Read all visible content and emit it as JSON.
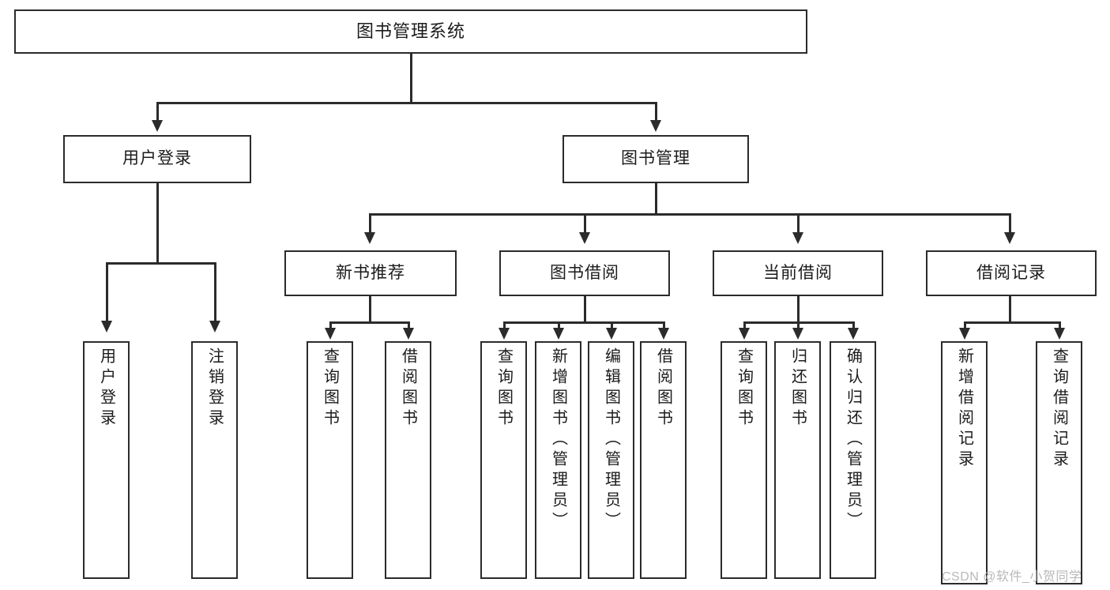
{
  "diagram": {
    "type": "tree-hierarchy-chart",
    "title_node": {
      "label": "图书管理系统"
    },
    "level2": [
      {
        "id": "user-login",
        "label": "用户登录"
      },
      {
        "id": "book-management",
        "label": "图书管理"
      }
    ],
    "level3": [
      {
        "id": "new-book-recommend",
        "label": "新书推荐",
        "parent": "book-management"
      },
      {
        "id": "book-borrow",
        "label": "图书借阅",
        "parent": "book-management"
      },
      {
        "id": "current-borrow",
        "label": "当前借阅",
        "parent": "book-management"
      },
      {
        "id": "borrow-record",
        "label": "借阅记录",
        "parent": "book-management"
      }
    ],
    "leaves": [
      {
        "id": "leaf-user-login",
        "label": "用户登录",
        "parent": "user-login"
      },
      {
        "id": "leaf-logout",
        "label": "注销登录",
        "parent": "user-login"
      },
      {
        "id": "leaf-query-book-1",
        "label": "查询图书",
        "parent": "new-book-recommend"
      },
      {
        "id": "leaf-borrow-book-1",
        "label": "借阅图书",
        "parent": "new-book-recommend"
      },
      {
        "id": "leaf-query-book-2",
        "label": "查询图书",
        "parent": "book-borrow"
      },
      {
        "id": "leaf-add-book",
        "label": "新增图书（管理员）",
        "parent": "book-borrow"
      },
      {
        "id": "leaf-edit-book",
        "label": "编辑图书（管理员）",
        "parent": "book-borrow"
      },
      {
        "id": "leaf-borrow-book-2",
        "label": "借阅图书",
        "parent": "book-borrow"
      },
      {
        "id": "leaf-query-book-3",
        "label": "查询图书",
        "parent": "current-borrow"
      },
      {
        "id": "leaf-return-book",
        "label": "归还图书",
        "parent": "current-borrow"
      },
      {
        "id": "leaf-confirm-return",
        "label": "确认归还（管理员）",
        "parent": "current-borrow"
      },
      {
        "id": "leaf-add-record",
        "label": "新增借阅记录",
        "parent": "borrow-record"
      },
      {
        "id": "leaf-query-record",
        "label": "查询借阅记录",
        "parent": "borrow-record"
      }
    ]
  },
  "watermark": {
    "text": "CSDN @软件_小贺同学"
  },
  "colors": {
    "stroke": "#2b2b2b",
    "background": "#ffffff",
    "text": "#1b1b1b",
    "watermark": "#b8b8b8"
  }
}
